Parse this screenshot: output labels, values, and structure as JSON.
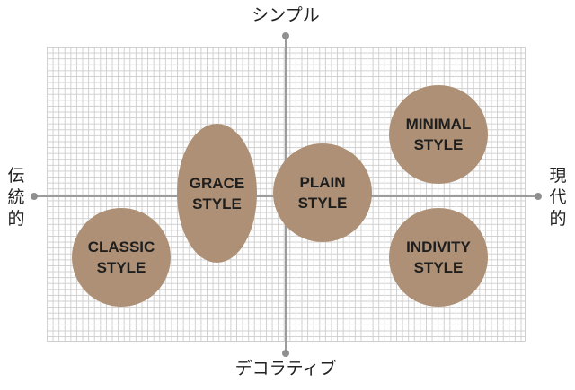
{
  "axes": {
    "top": "シンプル",
    "bottom": "デコラティブ",
    "left": "伝統的",
    "right": "現代的"
  },
  "styles": [
    {
      "id": "classic",
      "line1": "CLASSIC",
      "line2": "STYLE"
    },
    {
      "id": "grace",
      "line1": "GRACE",
      "line2": "STYLE"
    },
    {
      "id": "plain",
      "line1": "PLAIN",
      "line2": "STYLE"
    },
    {
      "id": "minimal",
      "line1": "MINIMAL",
      "line2": "STYLE"
    },
    {
      "id": "indivity",
      "line1": "INDIVITY",
      "line2": "STYLE"
    }
  ],
  "colors": {
    "bubble": "#ad9075",
    "axis": "#9c9c9c",
    "grid": "#cfcfcf",
    "text": "#1e1e1e"
  }
}
